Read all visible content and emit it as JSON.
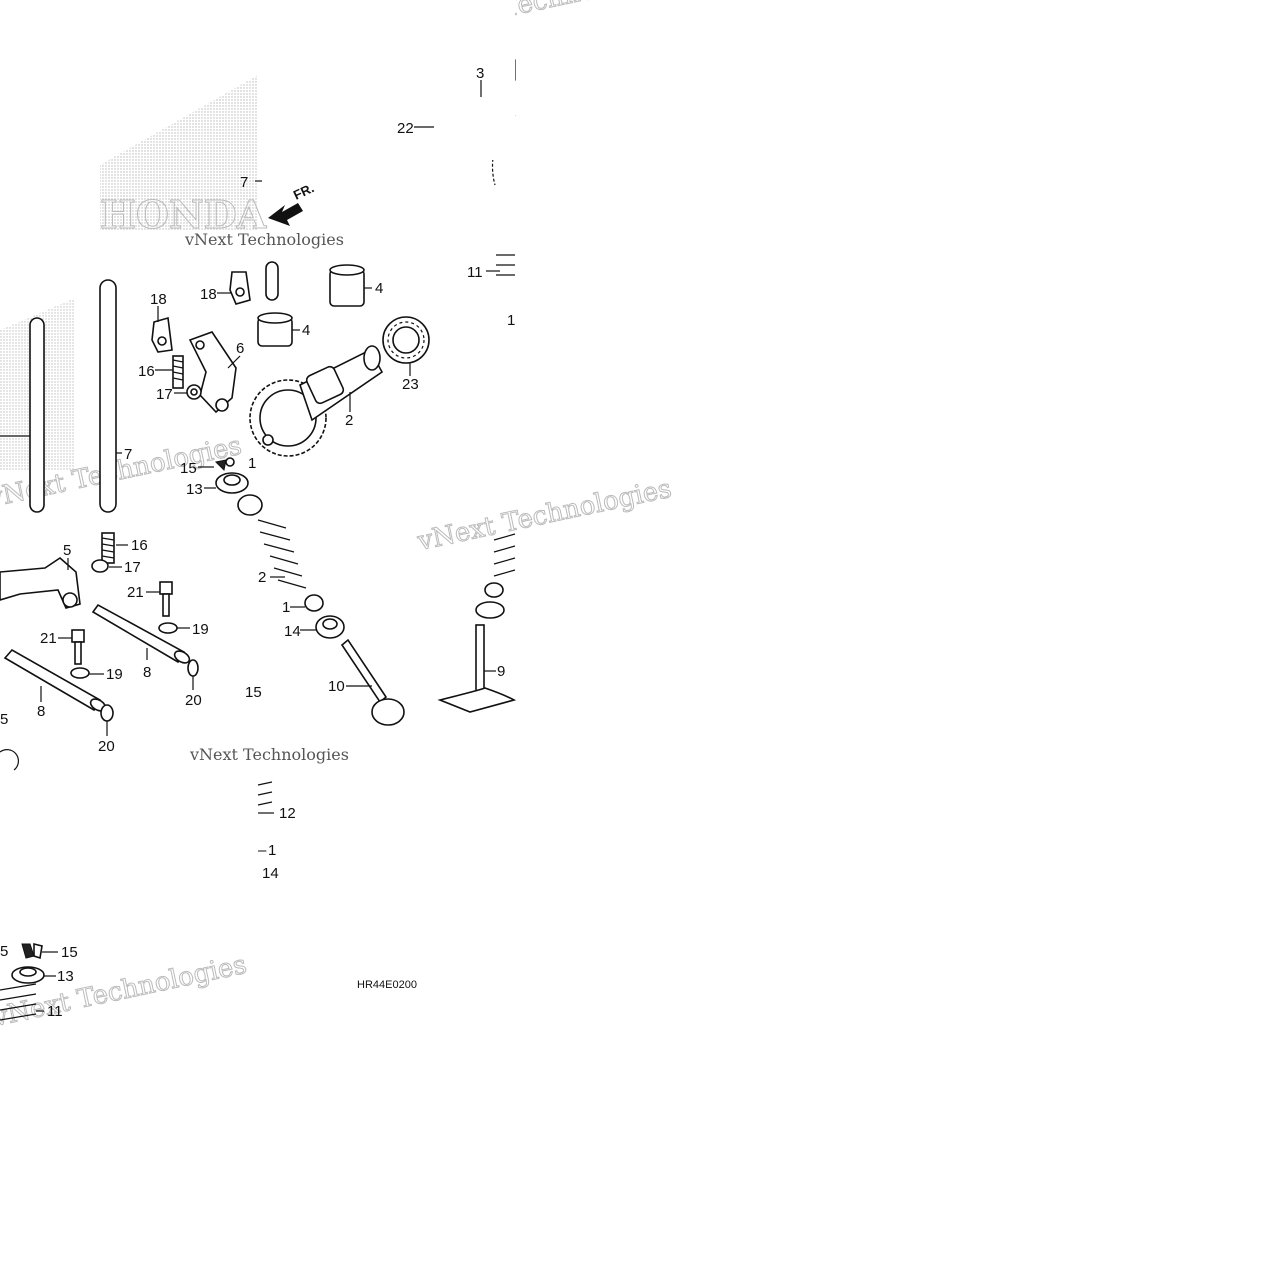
{
  "diagram_code": "HR44E0200",
  "direction_label": "FR.",
  "watermarks": {
    "company": "vNext Technologies",
    "brand": "HONDA"
  },
  "callouts": {
    "c3": "3",
    "c22": "22",
    "c7_top": "7",
    "c11_top": "11",
    "c1_top": "1",
    "c18a": "18",
    "c18b": "18",
    "c4a": "4",
    "c4b": "4",
    "c6": "6",
    "c16a": "16",
    "c17a": "17",
    "c2a": "2",
    "c23": "23",
    "c7": "7",
    "c15a": "15",
    "c1a": "1",
    "c13a": "13",
    "c5a": "5",
    "c16b": "16",
    "c17b": "17",
    "c21a": "21",
    "c19a": "19",
    "c21b": "21",
    "c8a": "8",
    "c19b": "19",
    "c20a": "20",
    "c5b": "5",
    "c8b": "8",
    "c20b": "20",
    "c15b": "15",
    "c2b": "2",
    "c1b": "1",
    "c14a": "14",
    "c10": "10",
    "c9": "9",
    "c12": "12",
    "c1c": "1",
    "c14b": "14",
    "c5c": "5",
    "c15c": "15",
    "c13b": "13",
    "c11b": "11"
  }
}
